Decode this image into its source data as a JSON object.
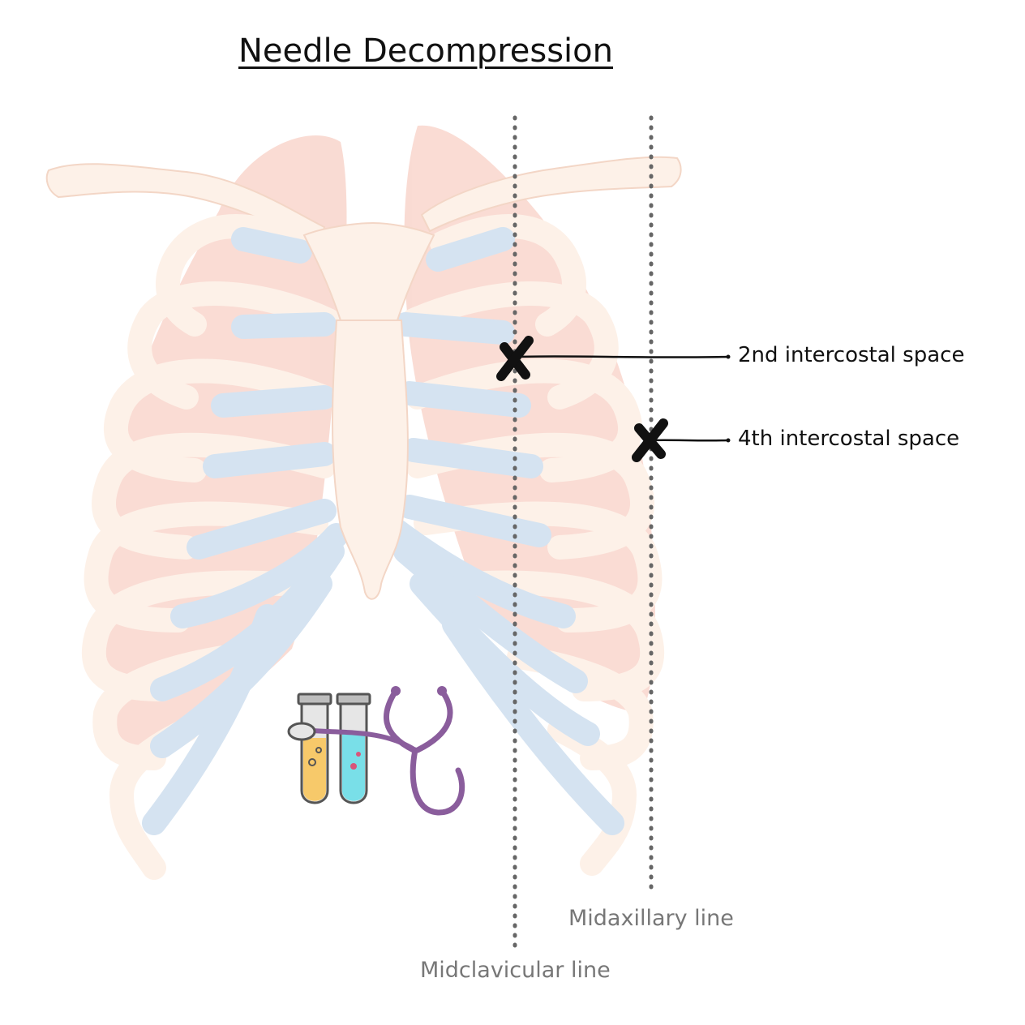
{
  "title": "Needle Decompression",
  "callouts": {
    "second_space": "2nd intercostal space",
    "fourth_space": "4th intercostal space"
  },
  "reference_lines": {
    "midclavicular": "Midclavicular line",
    "midaxillary": "Midaxillary line"
  },
  "colors": {
    "lung": "#f9d8cf",
    "bone": "#fdf1e8",
    "bone_outline": "#f3d6c6",
    "cartilage": "#d5e3f1",
    "marker": "#111111",
    "guide_line": "#666666",
    "stethoscope": "#8a5d9c",
    "tube_yellow": "#f7c96a",
    "tube_cyan": "#79dfe8"
  },
  "icons": [
    "x-mark-icon",
    "test-tubes-icon",
    "stethoscope-icon"
  ]
}
